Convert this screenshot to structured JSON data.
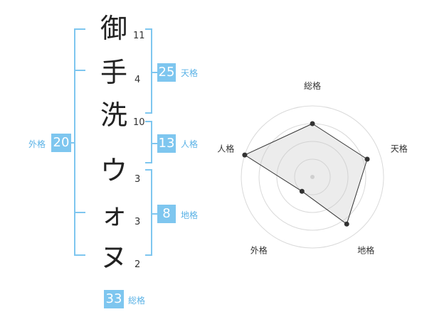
{
  "name": {
    "characters": [
      {
        "char": "御",
        "strokes": "11"
      },
      {
        "char": "手",
        "strokes": "4"
      },
      {
        "char": "洗",
        "strokes": "10"
      },
      {
        "char": "ウ",
        "strokes": "3"
      },
      {
        "char": "ォ",
        "strokes": "3"
      },
      {
        "char": "ヌ",
        "strokes": "2"
      }
    ]
  },
  "fortunes": {
    "tenkaku": {
      "value": "25",
      "label": "天格"
    },
    "jinkaku": {
      "value": "13",
      "label": "人格"
    },
    "chikaku": {
      "value": "8",
      "label": "地格"
    },
    "gaikaku": {
      "value": "20",
      "label": "外格"
    },
    "soukaku": {
      "value": "33",
      "label": "総格"
    }
  },
  "colors": {
    "accent": "#7ec6ef",
    "label": "#5ab2e6",
    "text": "#222222"
  },
  "chart_data": {
    "type": "radar",
    "axes": [
      "総格",
      "天格",
      "地格",
      "外格",
      "人格"
    ],
    "values": [
      0.75,
      0.81,
      0.82,
      0.25,
      1.0
    ],
    "rings": 4
  }
}
